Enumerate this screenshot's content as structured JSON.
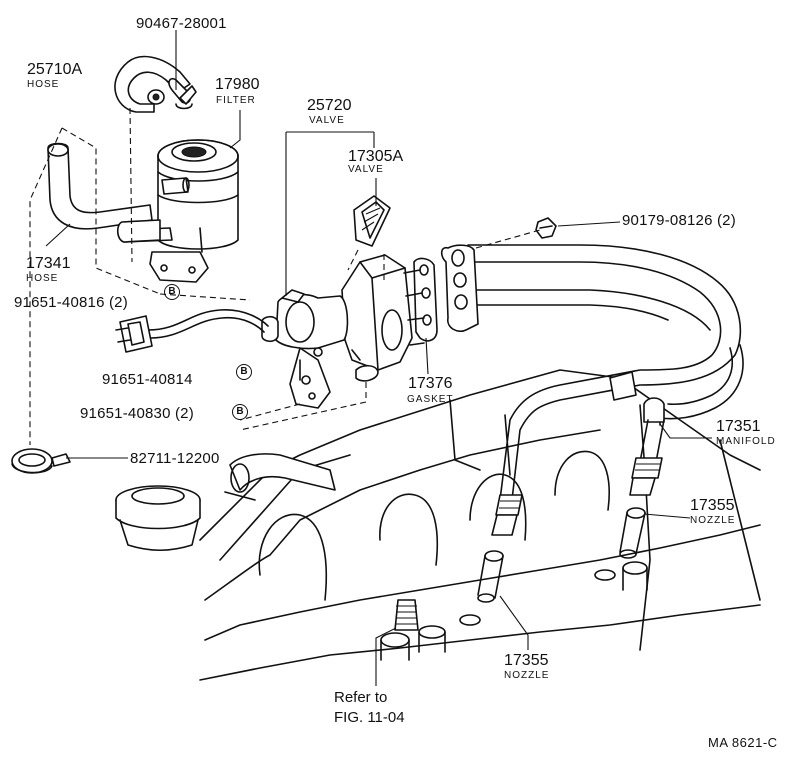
{
  "parts": {
    "p90467": {
      "number": "90467-28001"
    },
    "p25710a": {
      "number": "25710A",
      "name": "HOSE"
    },
    "p17980": {
      "number": "17980",
      "name": "FILTER"
    },
    "p25720": {
      "number": "25720",
      "name": "VALVE"
    },
    "p17305a": {
      "number": "17305A",
      "name": "VALVE"
    },
    "p90179": {
      "number": "90179-08126 (2)"
    },
    "p17341": {
      "number": "17341",
      "name": "HOSE"
    },
    "p91651_816": {
      "number": "91651-40816 (2)"
    },
    "p91651_814": {
      "number": "91651-40814"
    },
    "p91651_830": {
      "number": "91651-40830 (2)"
    },
    "p17376": {
      "number": "17376",
      "name": "GASKET"
    },
    "p82711": {
      "number": "82711-12200"
    },
    "p17351": {
      "number": "17351",
      "name": "MANIFOLD"
    },
    "p17355_right": {
      "number": "17355",
      "name": "NOZZLE"
    },
    "p17355_bottom": {
      "number": "17355",
      "name": "NOZZLE"
    }
  },
  "marker": "B",
  "reference": {
    "line1": "Refer to",
    "line2": "FIG. 11-04"
  },
  "figure_code": "MA  8621-C"
}
